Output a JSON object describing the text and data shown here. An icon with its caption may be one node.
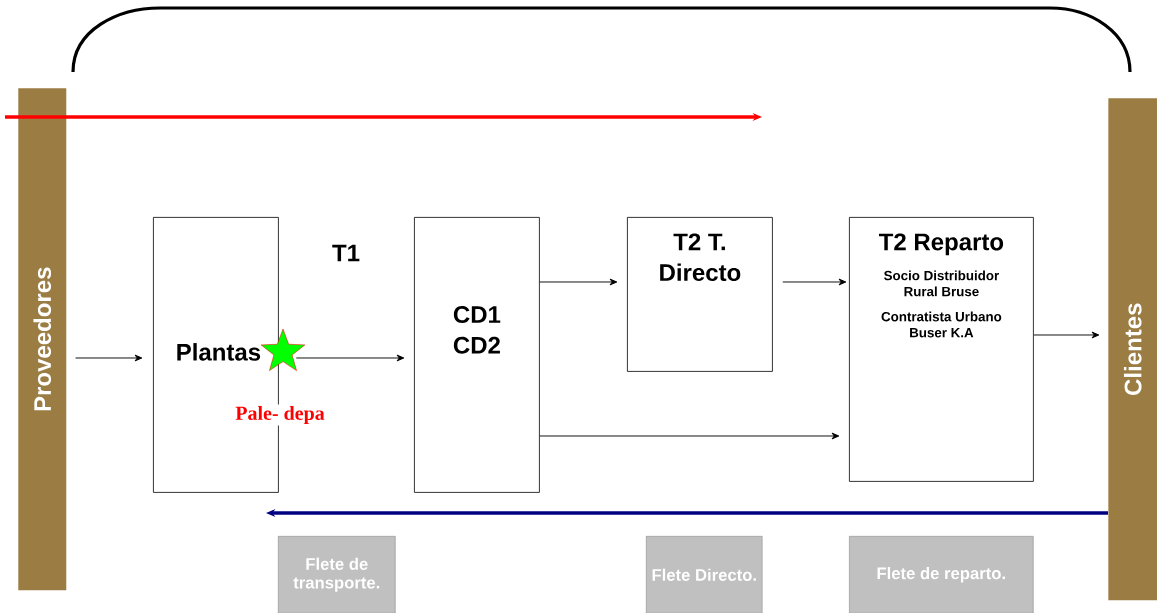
{
  "diagram": {
    "nodes": [
      {
        "text": [
          "Proveedores"
        ]
      },
      {
        "text": [
          "Plantas"
        ]
      },
      {
        "text": [
          "CD1 CD2"
        ]
      },
      {
        "text": [
          "T2 T. Directo"
        ]
      },
      {
        "text": [
          "T2 Reparto",
          "Socio Distribuidor Rural Bruse",
          "Contratista Urbano Buser K.A"
        ]
      },
      {
        "text": [
          "Clientes"
        ]
      },
      {
        "text": [
          "Flete de transporte."
        ]
      },
      {
        "text": [
          "Flete Directo."
        ]
      },
      {
        "text": [
          "Flete de reparto."
        ]
      },
      {
        "text": [],
        "shape": "star"
      }
    ],
    "edges": [
      {
        "from": 0,
        "to": 1,
        "arrow": "to"
      },
      {
        "from": 9,
        "to": 2,
        "arrow": "to"
      },
      {
        "from": 2,
        "to": 3,
        "arrow": "to"
      },
      {
        "from": 3,
        "to": 4,
        "arrow": "to"
      },
      {
        "from": 2,
        "to": 4,
        "arrow": "to"
      },
      {
        "from": 4,
        "to": 5,
        "arrow": "to"
      },
      {
        "from": 0,
        "to": null,
        "arrow": "to",
        "style": "thick",
        "color": "#ff0000"
      },
      {
        "from": 5,
        "to": null,
        "arrow": "to",
        "style": "thick",
        "color": "#000080"
      }
    ],
    "labels": [
      "T1",
      "Pale- depa"
    ]
  }
}
